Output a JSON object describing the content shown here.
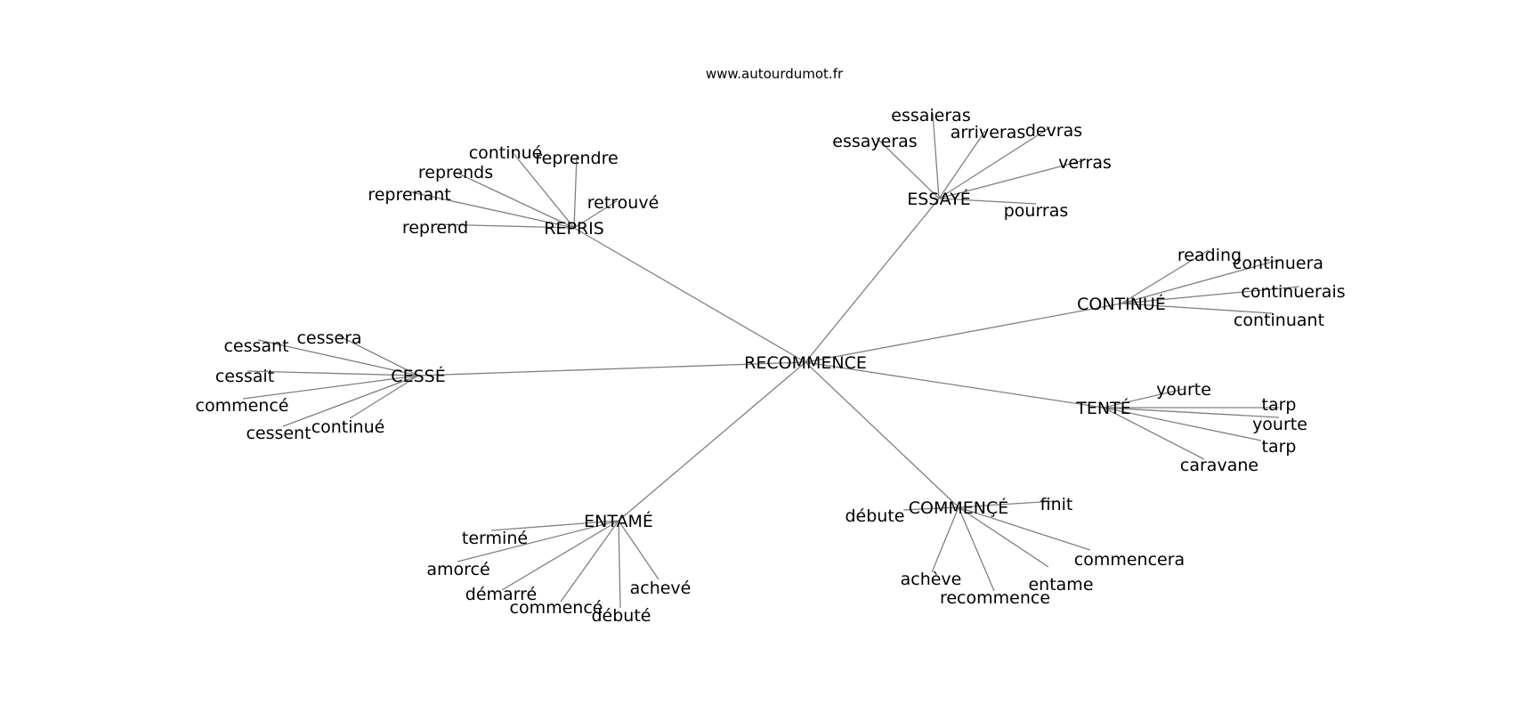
{
  "site": "www.autourdumot.fr",
  "graph": {
    "root": "RECOMMENCE",
    "hubs": [
      {
        "id": "repris",
        "label": "REPRIS",
        "words": [
          "continué",
          "reprendre",
          "reprends",
          "reprenant",
          "retrouvé",
          "reprend"
        ]
      },
      {
        "id": "essaye",
        "label": "ESSAYÉ",
        "words": [
          "essaieras",
          "essayeras",
          "arriveras",
          "devras",
          "verras",
          "pourras"
        ]
      },
      {
        "id": "continue",
        "label": "CONTINUÉ",
        "words": [
          "reading",
          "continuera",
          "continuerais",
          "continuant"
        ]
      },
      {
        "id": "cesse",
        "label": "CESSÉ",
        "words": [
          "cessera",
          "cessant",
          "cessait",
          "commencé",
          "continué",
          "cessent"
        ]
      },
      {
        "id": "tente",
        "label": "TENTÉ",
        "words": [
          "yourte",
          "tarp",
          "yourte",
          "tarp",
          "caravane"
        ]
      },
      {
        "id": "commence",
        "label": "COMMENÇÉ",
        "words": [
          "débute",
          "finit",
          "commencera",
          "entame",
          "achève",
          "recommence"
        ]
      },
      {
        "id": "entame",
        "label": "ENTAMÉ",
        "words": [
          "terminé",
          "amorcé",
          "démarré",
          "commencé",
          "débuté",
          "achevé"
        ]
      }
    ]
  }
}
